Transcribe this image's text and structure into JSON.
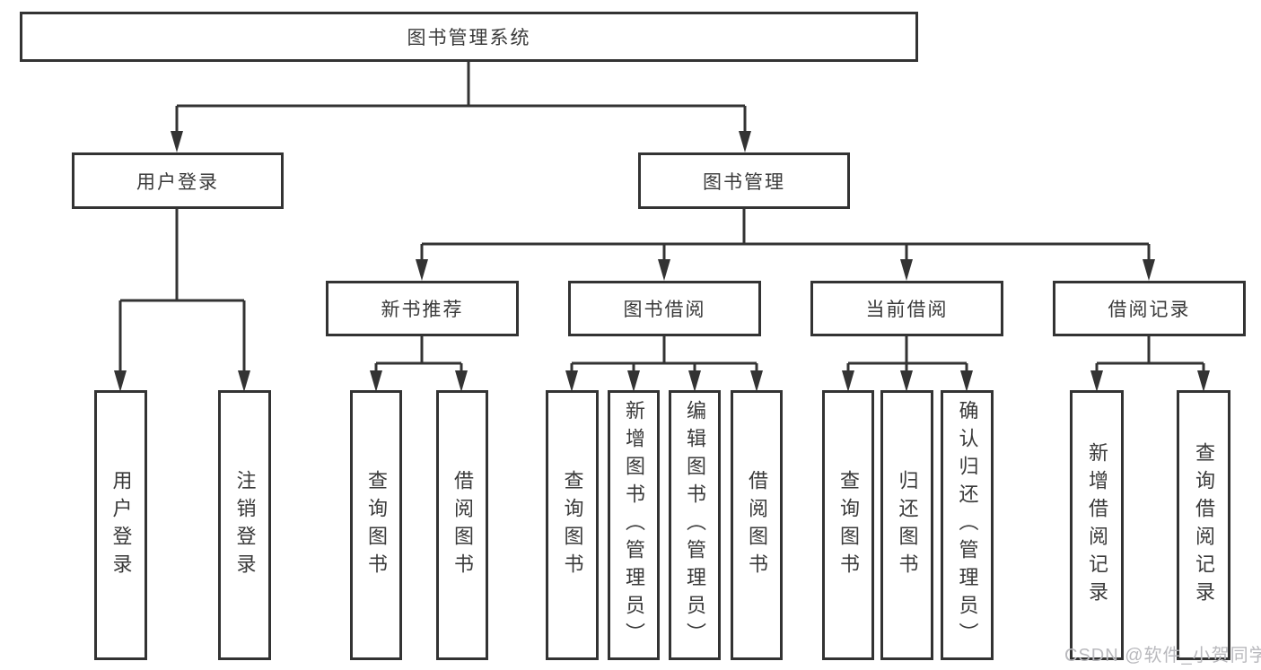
{
  "tree": {
    "label": "图书管理系统",
    "children": [
      {
        "label": "用户登录",
        "children": [
          {
            "label": "用户登录"
          },
          {
            "label": "注销登录"
          }
        ]
      },
      {
        "label": "图书管理",
        "children": [
          {
            "label": "新书推荐",
            "children": [
              {
                "label": "查询图书"
              },
              {
                "label": "借阅图书"
              }
            ]
          },
          {
            "label": "图书借阅",
            "children": [
              {
                "label": "查询图书"
              },
              {
                "label": "新增图书（管理员）"
              },
              {
                "label": "编辑图书（管理员）"
              },
              {
                "label": "借阅图书"
              }
            ]
          },
          {
            "label": "当前借阅",
            "children": [
              {
                "label": "查询图书"
              },
              {
                "label": "归还图书"
              },
              {
                "label": "确认归还（管理员）"
              }
            ]
          },
          {
            "label": "借阅记录",
            "children": [
              {
                "label": "新增借阅记录"
              },
              {
                "label": "查询借阅记录"
              }
            ]
          }
        ]
      }
    ]
  },
  "watermark": {
    "text": "CSDN @软件_小贺同学"
  },
  "colors": {
    "line": "#333333",
    "text": "#3a3a3a",
    "watermark": "#b9b9bd",
    "background": "#ffffff"
  }
}
